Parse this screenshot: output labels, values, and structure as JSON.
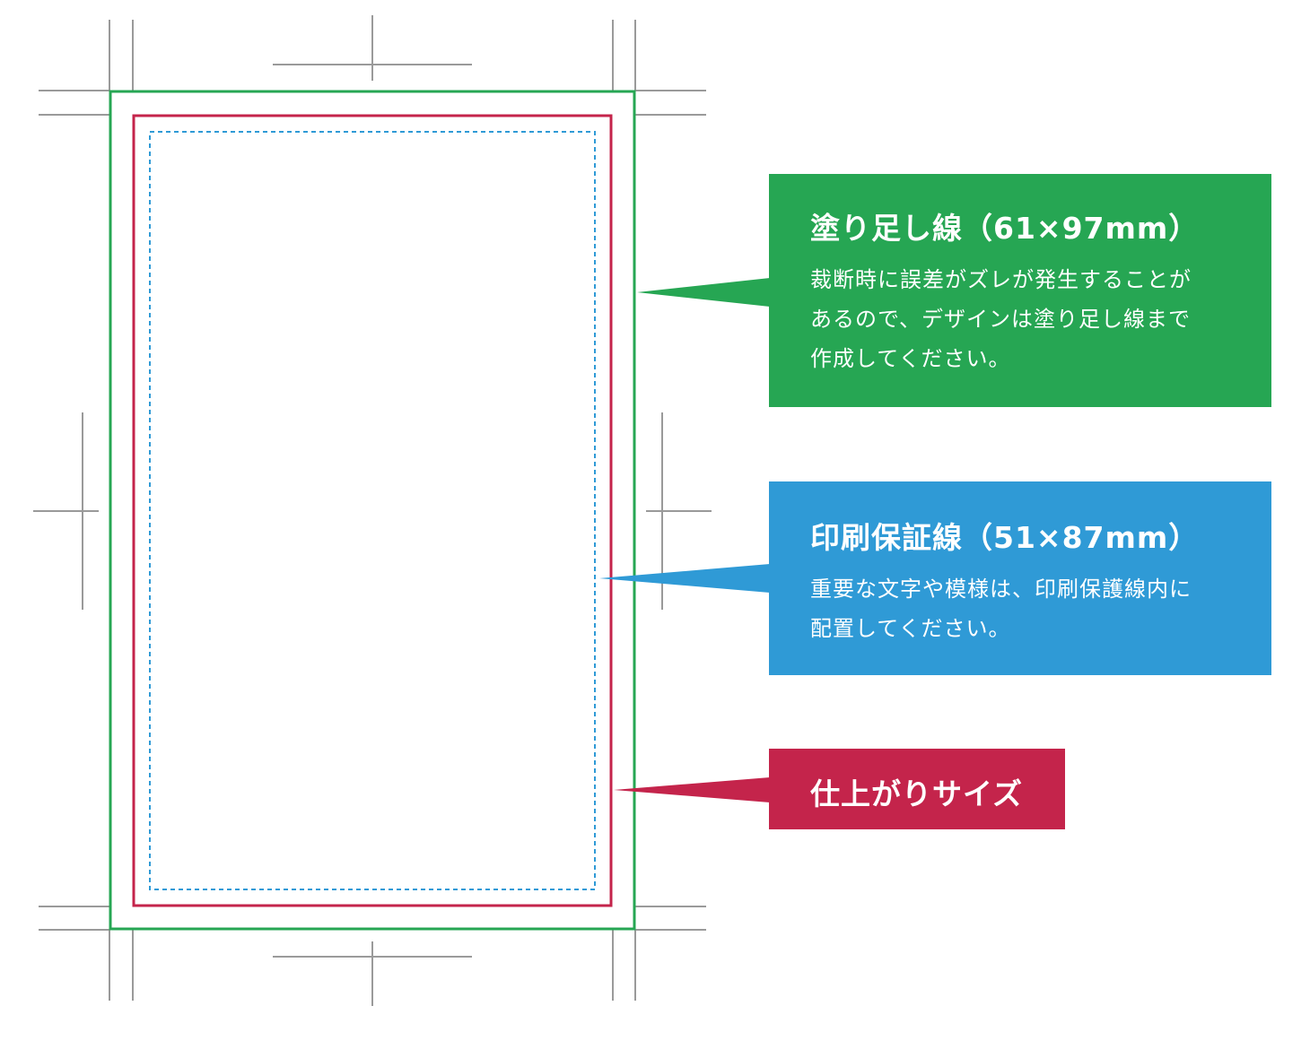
{
  "colors": {
    "bleed": "#26a653",
    "safe": "#2f9ad6",
    "trim": "#c4244b",
    "crop": "#9a9a9a"
  },
  "bleed_box": {
    "title": "塗り足し線（61×97mm）",
    "lines": [
      "裁断時に誤差がズレが発生することが",
      "あるので、デザインは塗り足し線まで",
      "作成してください。"
    ]
  },
  "safe_box": {
    "title": "印刷保証線（51×87mm）",
    "lines": [
      "重要な文字や模様は、印刷保護線内に",
      "配置してください。"
    ]
  },
  "trim_box": {
    "title": "仕上がりサイズ"
  }
}
